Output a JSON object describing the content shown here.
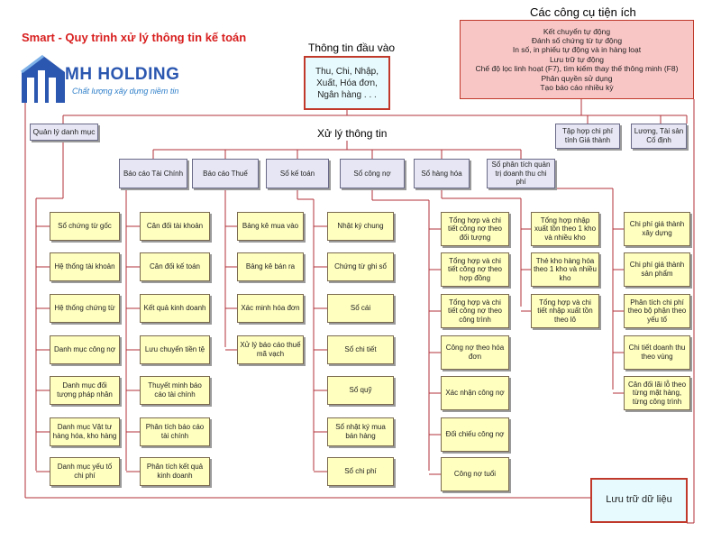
{
  "title": "Smart - Quy trình xử lý thông tin kế toán",
  "brand": {
    "name": "MH HOLDING",
    "slogan": "Chất lượng xây dựng niềm tin",
    "color": "#2b57b0"
  },
  "input": {
    "heading": "Thông tin đầu vào",
    "text": "Thu, Chi, Nhập, Xuất, Hóa đơn, Ngân hàng . . ."
  },
  "tools": {
    "heading": "Các công cụ tiện ích",
    "items": [
      "Kết chuyển tự động",
      "Đánh số chứng từ tự động",
      "In số, in phiếu tự động và in hàng loạt",
      "Lưu trữ tự động",
      "Chế độ lọc linh hoạt (F7), tìm kiếm thay thế thông minh (F8)",
      "Phân quyền sử dụng",
      "Tạo báo cáo nhiều kỳ"
    ]
  },
  "process": {
    "heading": "Xử lý thông tin"
  },
  "top": {
    "quan_ly": "Quản lý danh mục",
    "tap_hop": "Tập hợp chi phí tính Giá thành",
    "luong": "Lương, Tài sản Cố định"
  },
  "categories": [
    "Báo cáo Tài Chính",
    "Báo cáo Thuế",
    "Sổ kế toán",
    "Sổ công nợ",
    "Sổ hàng hóa",
    "Sổ phân tích quản trị doanh thu chi phí"
  ],
  "columns": {
    "danh_muc": [
      "Sổ chứng từ gốc",
      "Hệ thống tài khoản",
      "Hệ thống chứng từ",
      "Danh mục công nợ",
      "Danh mục đối tượng pháp nhân",
      "Danh mục Vật tư hàng hóa, kho hàng",
      "Danh mục yếu tố chi phí"
    ],
    "bctc": [
      "Cân đối tài khoản",
      "Cân đối kế toán",
      "Kết quả kinh doanh",
      "Lưu chuyển tiền tệ",
      "Thuyết minh báo cáo tài chính",
      "Phân tích báo cáo tài chính",
      "Phân tích kết quả kinh doanh"
    ],
    "thue": [
      "Bảng kê mua vào",
      "Bảng kê bán ra",
      "Xác minh hóa đơn",
      "Xử lý báo cáo thuế mã vạch"
    ],
    "so_ke_toan": [
      "Nhật ký chung",
      "Chứng từ ghi sổ",
      "Sổ cái",
      "Sổ chi tiết",
      "Sổ quỹ",
      "Sổ nhật ký mua bán hàng",
      "Sổ chi phí"
    ],
    "cong_no": [
      "Tổng hợp và chi tiết công nợ theo đối tượng",
      "Tổng hợp và chi tiết công nợ theo hợp đồng",
      "Tổng hợp và chi tiết công nợ theo công trình",
      "Công nợ theo hóa đơn",
      "Xác nhận công nợ",
      "Đối chiếu công nợ",
      "Công nợ tuổi"
    ],
    "hang_hoa": [
      "Tổng hợp nhập xuất tồn theo 1 kho và nhiều kho",
      "Thẻ kho hàng hóa theo 1 kho và nhiều kho",
      "Tổng hợp và chi tiết nhập xuất tồn theo lô"
    ],
    "quan_tri": [
      "Chi phí giá thành xây dựng",
      "Chi phí giá thành sản phẩm",
      "Phân tích chi phí theo bộ phận theo yếu tố",
      "Chi tiết doanh thu theo vùng",
      "Cân đối lãi lỗ theo từng mặt hàng, từng công trình"
    ]
  },
  "storage": "Lưu trữ dữ liệu",
  "colors": {
    "title": "#d81e1e",
    "line": "#b0303a",
    "node": "#ffffc0",
    "category": "#e6e6f4",
    "tools": "#f9c6c6",
    "storage": "#e7fbff"
  }
}
